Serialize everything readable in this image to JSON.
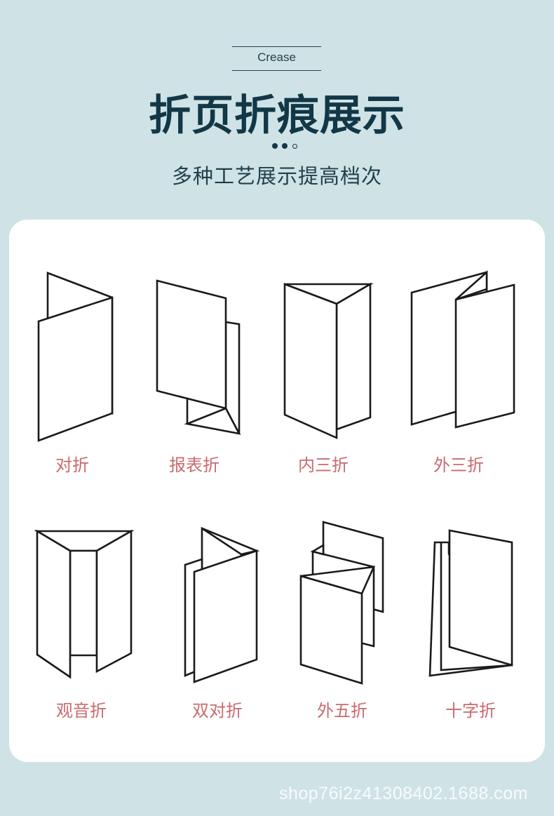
{
  "header": {
    "tag": "Crease",
    "title": "折页折痕展示",
    "subtitle": "多种工艺展示提高档次"
  },
  "folds": [
    {
      "label": "对折",
      "icon": "half-fold-icon"
    },
    {
      "label": "报表折",
      "icon": "report-fold-icon"
    },
    {
      "label": "内三折",
      "icon": "inner-tri-fold-icon"
    },
    {
      "label": "外三折",
      "icon": "outer-tri-fold-icon"
    },
    {
      "label": "观音折",
      "icon": "gate-fold-icon"
    },
    {
      "label": "双对折",
      "icon": "double-parallel-fold-icon"
    },
    {
      "label": "外五折",
      "icon": "five-panel-accordion-fold-icon"
    },
    {
      "label": "十字折",
      "icon": "cross-fold-icon"
    }
  ],
  "watermark": "shop76i2z41308402.1688.com",
  "colors": {
    "background": "#cfe3e6",
    "title": "#123746",
    "label": "#c96a6f",
    "card": "#ffffff"
  }
}
